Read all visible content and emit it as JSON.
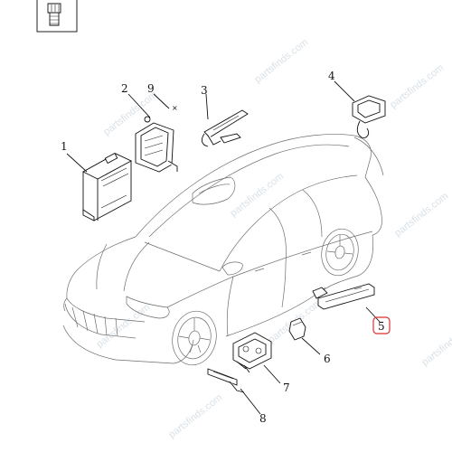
{
  "watermark": "partsfinds.com",
  "callouts": [
    {
      "id": "1",
      "label": "1"
    },
    {
      "id": "2",
      "label": "2"
    },
    {
      "id": "3",
      "label": "3"
    },
    {
      "id": "4",
      "label": "4"
    },
    {
      "id": "5",
      "label": "5",
      "highlight": "#d9322f"
    },
    {
      "id": "6",
      "label": "6"
    },
    {
      "id": "7",
      "label": "7"
    },
    {
      "id": "8",
      "label": "8"
    },
    {
      "id": "9",
      "label": "9"
    }
  ]
}
